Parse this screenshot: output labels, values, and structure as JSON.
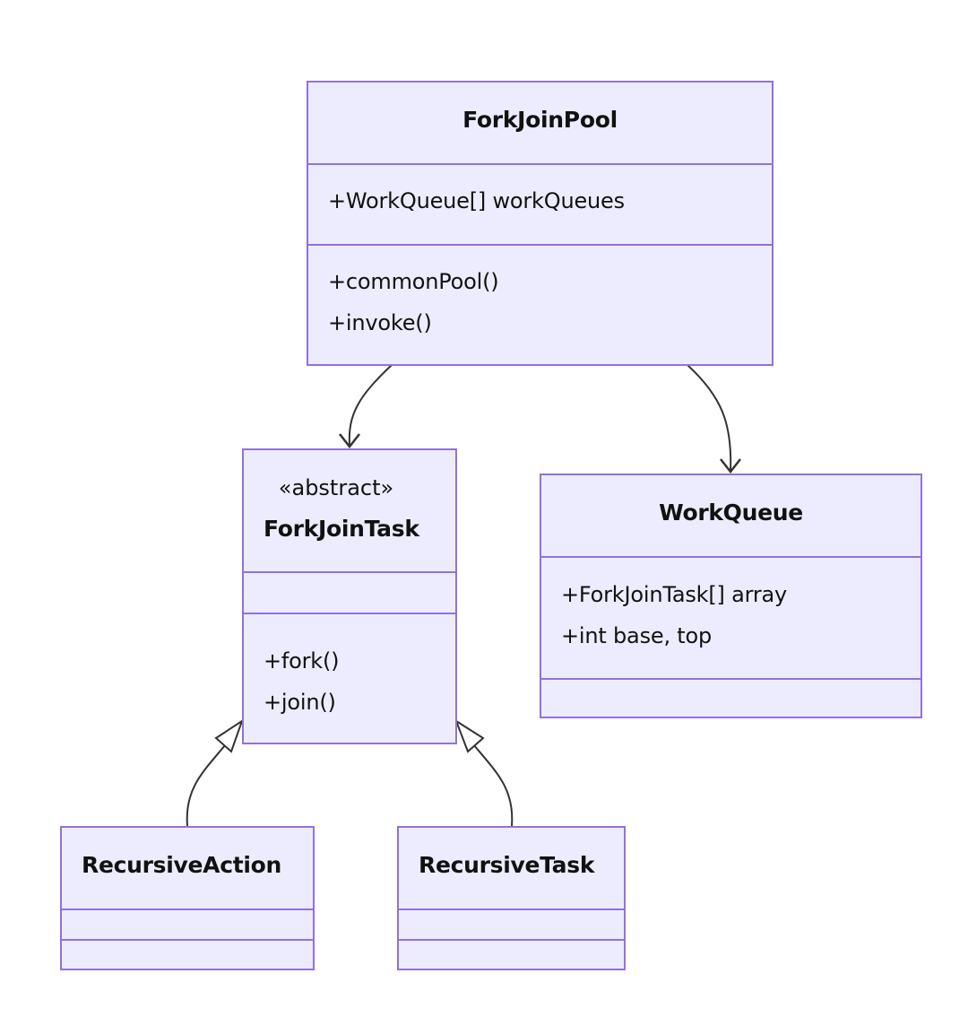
{
  "diagram": {
    "type": "uml-class-diagram",
    "colors": {
      "box_fill": "#ececfe",
      "box_border": "#9370db",
      "edge": "#333333",
      "text": "#111111"
    },
    "classes": {
      "fork_join_pool": {
        "name": "ForkJoinPool",
        "attributes": [
          "+WorkQueue[] workQueues"
        ],
        "methods": [
          "+commonPool()",
          "+invoke()"
        ]
      },
      "fork_join_task": {
        "stereotype": "«abstract»",
        "name": "ForkJoinTask",
        "attributes": [],
        "methods": [
          "+fork()",
          "+join()"
        ]
      },
      "work_queue": {
        "name": "WorkQueue",
        "attributes": [
          "+ForkJoinTask[] array",
          "+int base, top"
        ],
        "methods": []
      },
      "recursive_action": {
        "name": "RecursiveAction",
        "attributes": [],
        "methods": []
      },
      "recursive_task": {
        "name": "RecursiveTask",
        "attributes": [],
        "methods": []
      }
    },
    "relationships": [
      {
        "from": "ForkJoinPool",
        "to": "ForkJoinTask",
        "kind": "association"
      },
      {
        "from": "ForkJoinPool",
        "to": "WorkQueue",
        "kind": "association"
      },
      {
        "from": "RecursiveAction",
        "to": "ForkJoinTask",
        "kind": "inheritance"
      },
      {
        "from": "RecursiveTask",
        "to": "ForkJoinTask",
        "kind": "inheritance"
      }
    ]
  }
}
